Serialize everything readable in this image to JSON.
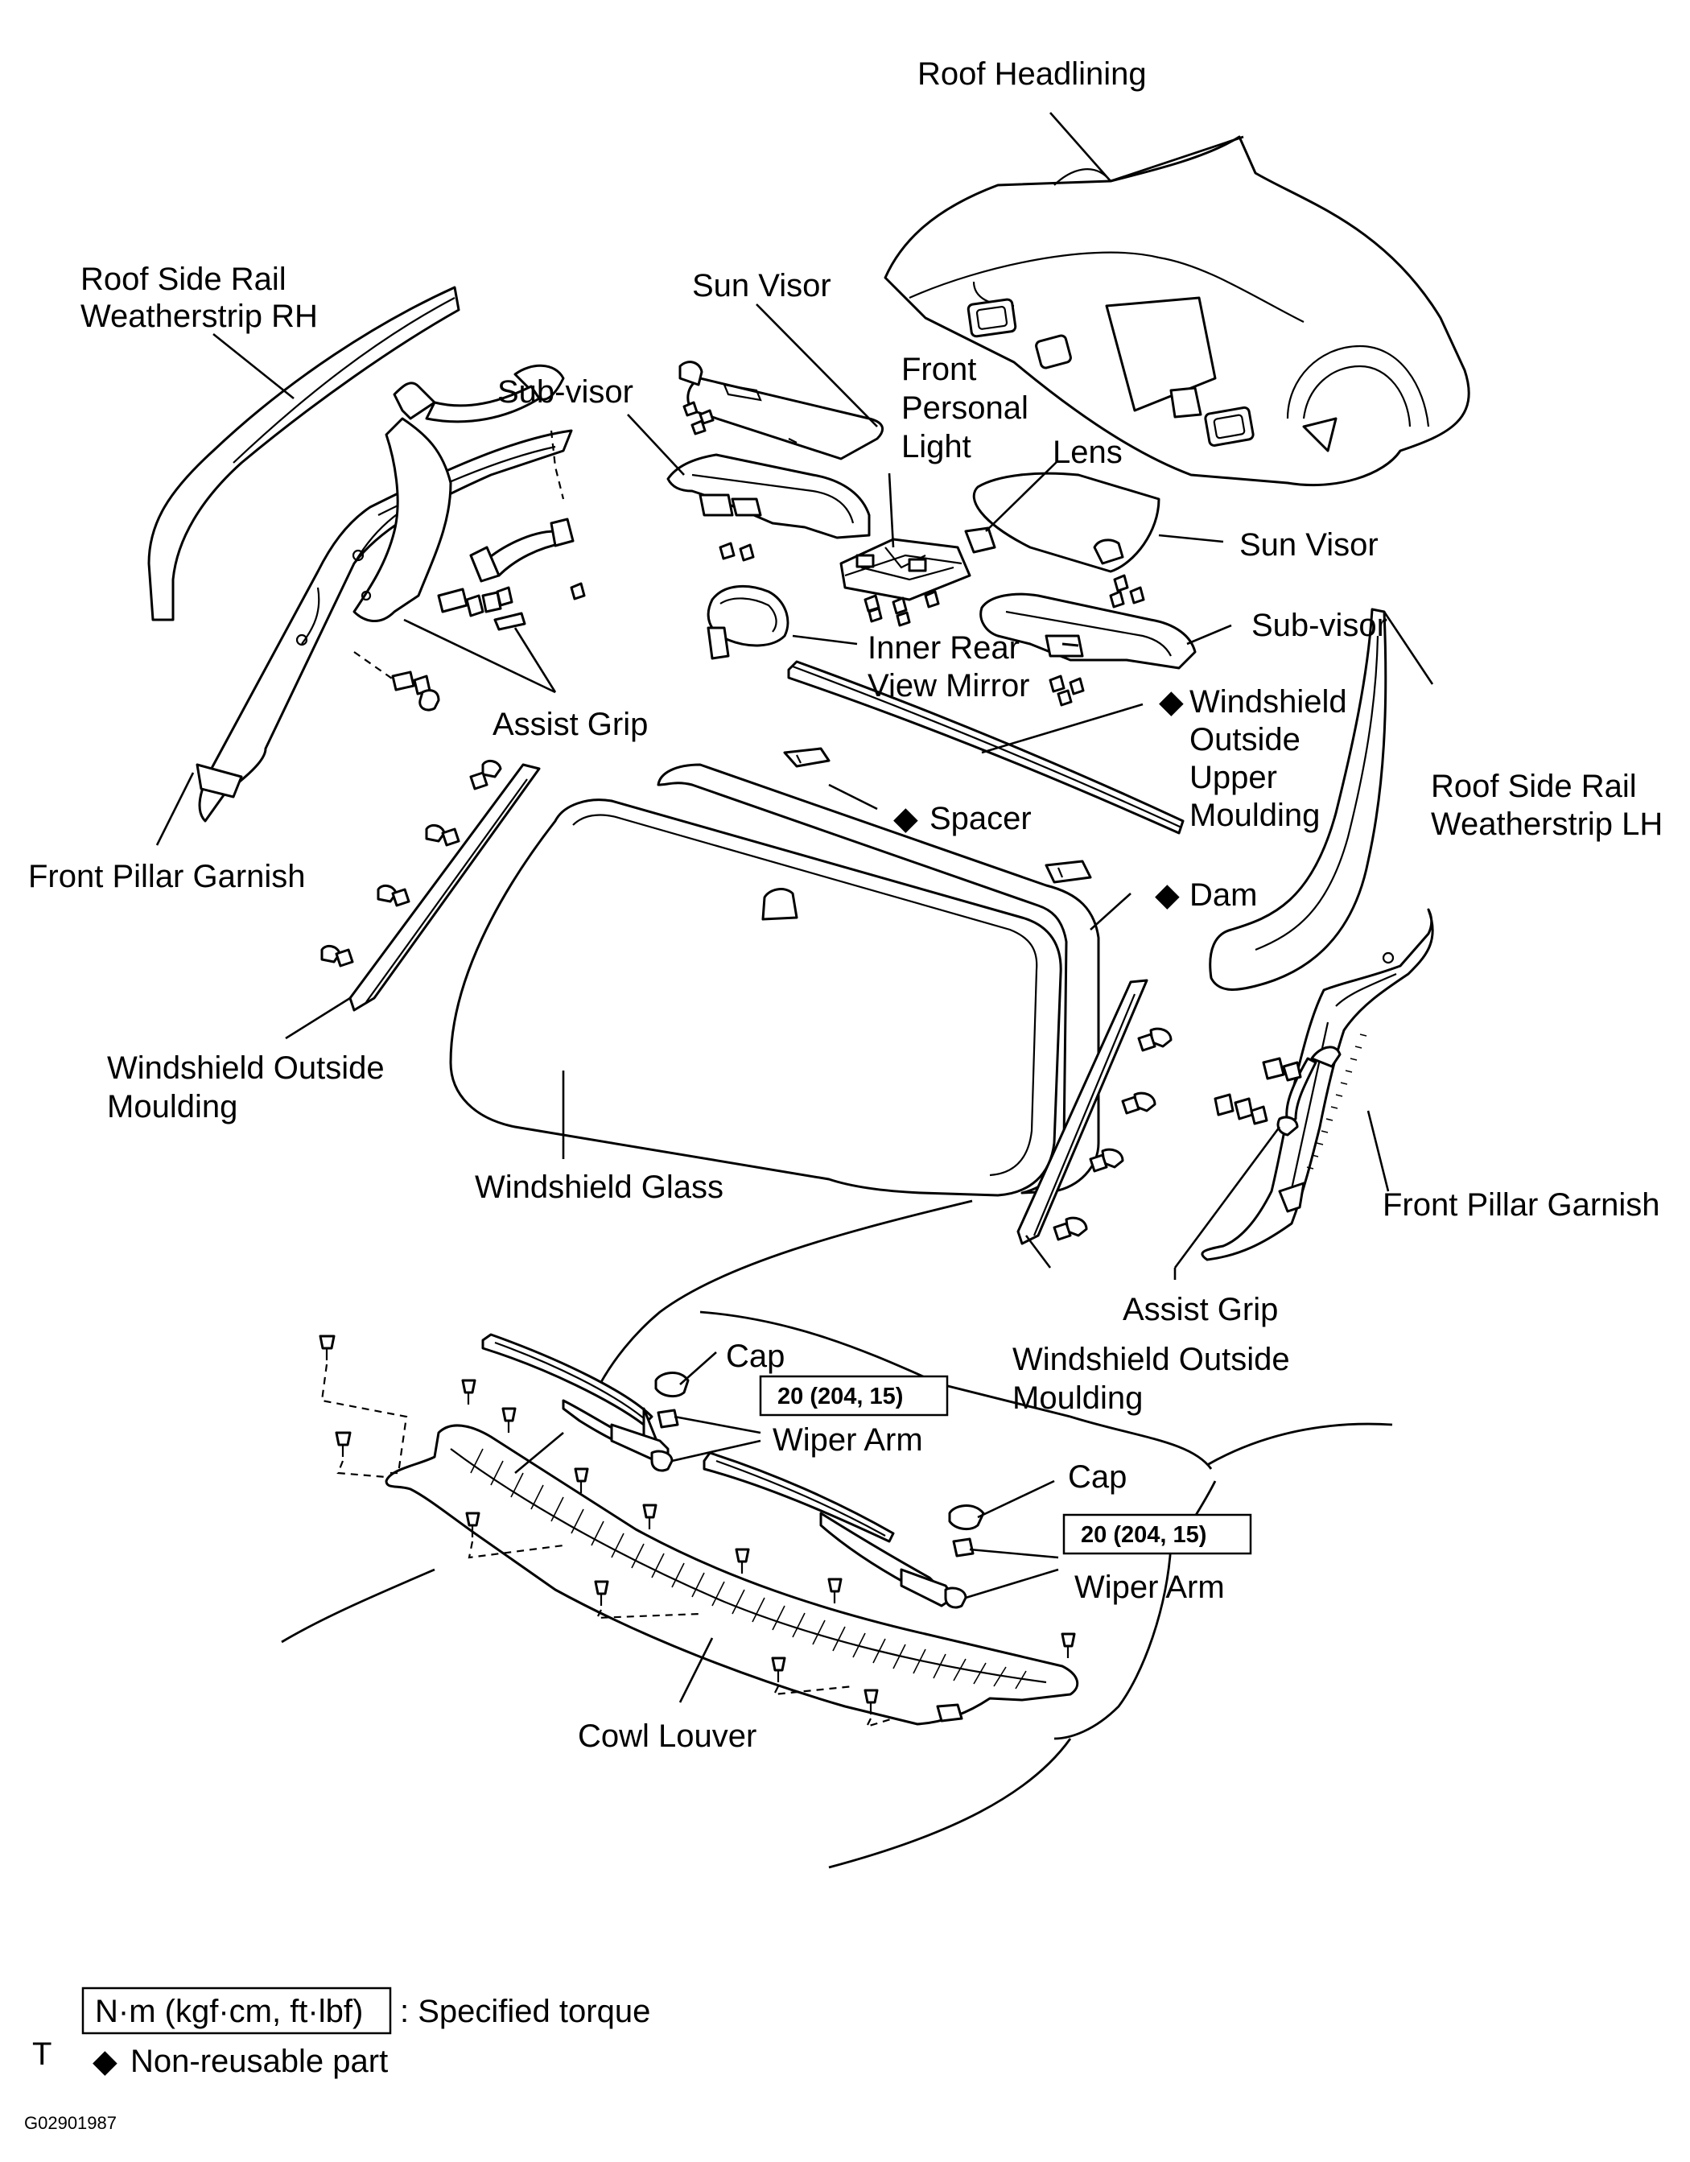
{
  "diagram": {
    "parts": {
      "roof_headlining": "Roof Headlining",
      "roof_side_rail_rh_1": "Roof Side Rail",
      "roof_side_rail_rh_2": "Weatherstrip RH",
      "sun_visor_upper": "Sun Visor",
      "sub_visor_upper": "Sub-visor",
      "front_personal_light_1": "Front",
      "front_personal_light_2": "Personal",
      "front_personal_light_3": "Light",
      "lens": "Lens",
      "sun_visor_lower": "Sun Visor",
      "sub_visor_lower": "Sub-visor",
      "inner_mirror_1": "Inner Rear",
      "inner_mirror_2": "View Mirror",
      "assist_grip_left": "Assist Grip",
      "upper_moulding_1": "Windshield",
      "upper_moulding_2": "Outside",
      "upper_moulding_3": "Upper",
      "upper_moulding_4": "Moulding",
      "roof_side_rail_lh_1": "Roof Side Rail",
      "roof_side_rail_lh_2": "Weatherstrip LH",
      "spacer": "Spacer",
      "dam": "Dam",
      "front_pillar_garnish_left": "Front Pillar Garnish",
      "ws_outside_moulding_left_1": "Windshield Outside",
      "ws_outside_moulding_left_2": "Moulding",
      "windshield_glass": "Windshield Glass",
      "front_pillar_garnish_right": "Front Pillar Garnish",
      "assist_grip_right": "Assist Grip",
      "ws_outside_moulding_right_1": "Windshield Outside",
      "ws_outside_moulding_right_2": "Moulding",
      "cap_1": "Cap",
      "wiper_arm_1": "Wiper Arm",
      "cap_2": "Cap",
      "wiper_arm_2": "Wiper Arm",
      "cowl_louver": "Cowl Louver"
    },
    "torque_1": "20 (204, 15)",
    "torque_2": "20 (204, 15)",
    "non_reusable_symbol": "◆"
  },
  "legend": {
    "torque_unit": "N·m (kgf·cm, ft·lbf)",
    "torque_desc": ": Specified torque",
    "mark_T": "T",
    "non_reusable_symbol": "◆",
    "non_reusable_desc": "Non-reusable part"
  },
  "figure_code": "G02901987"
}
